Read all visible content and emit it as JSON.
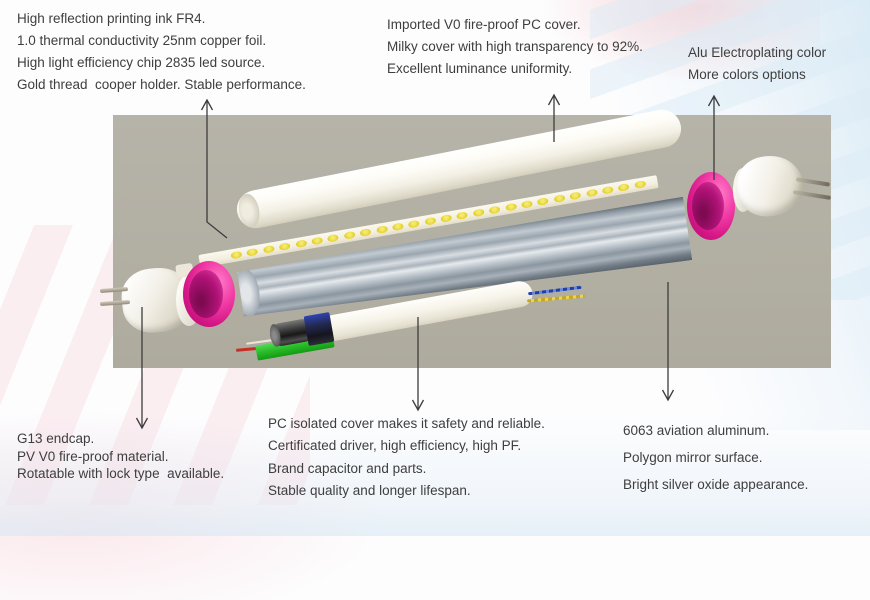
{
  "annotations": {
    "top_left": {
      "lines": [
        "High reflection printing ink FR4.",
        "1.0 thermal conductivity 25nm copper foil.",
        "High light efficiency chip 2835 led source.",
        "Gold thread  cooper holder. Stable performance."
      ]
    },
    "top_middle": {
      "lines": [
        "Imported V0 fire-proof PC cover.",
        "Milky cover with high transparency to 92%.",
        "Excellent luminance uniformity."
      ]
    },
    "top_right": {
      "lines": [
        "Alu Electroplating color",
        "More colors options"
      ]
    },
    "bottom_left": {
      "lines": [
        "G13 endcap.",
        "PV V0 fire-proof material.",
        "Rotatable with lock type  available."
      ]
    },
    "bottom_middle": {
      "lines": [
        "PC isolated cover makes it safety and reliable.",
        "Certificated driver, high efficiency, high PF.",
        "Brand capacitor and parts.",
        "Stable quality and longer lifespan."
      ]
    },
    "bottom_right": {
      "lines": [
        "6063 aviation aluminum.",
        "Polygon mirror surface.",
        "Bright silver oxide appearance."
      ]
    }
  },
  "diagram": {
    "parts": [
      "pc-cover-tube",
      "led-strip",
      "aluminum-housing",
      "pc-isolated-cover",
      "driver-assembly",
      "electroplated-ring-left",
      "electroplated-ring-right",
      "g13-endcap-left",
      "g13-endcap-right"
    ],
    "led_count": 26,
    "colors": {
      "panel_background": "#b3b0a4",
      "ring_pink": "#e6399b",
      "led_chip_yellow": "#e9d83e",
      "pcb_green": "#2ec42e",
      "aluminum_gray": "#9aa5ae",
      "cover_white": "#f6f3e9",
      "text_color": "#3e3e3e",
      "arrow_color": "#3c3c3c"
    }
  }
}
